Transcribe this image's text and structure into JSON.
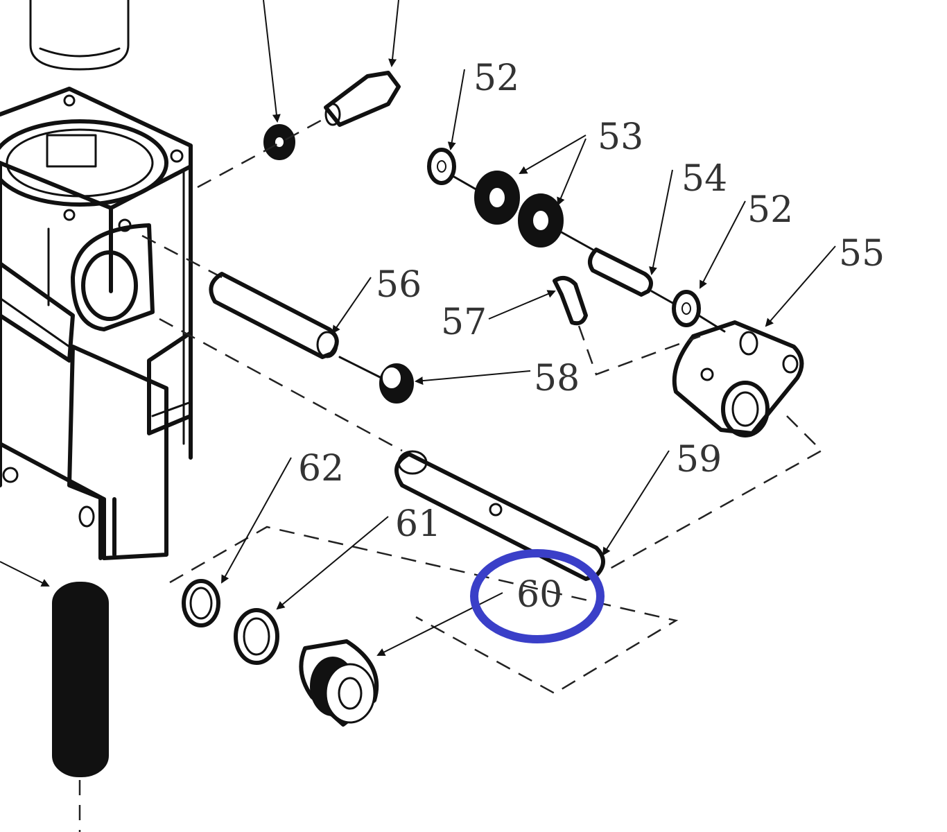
{
  "labels": {
    "l52a": "52",
    "l53": "53",
    "l54": "54",
    "l52b": "52",
    "l55": "55",
    "l56": "56",
    "l57": "57",
    "l58": "58",
    "l59": "59",
    "l60": "60",
    "l61": "61",
    "l62": "62"
  },
  "colors": {
    "highlight": "#3a3fc8",
    "line": "#111111",
    "text": "#333333",
    "background": "#ffffff"
  }
}
